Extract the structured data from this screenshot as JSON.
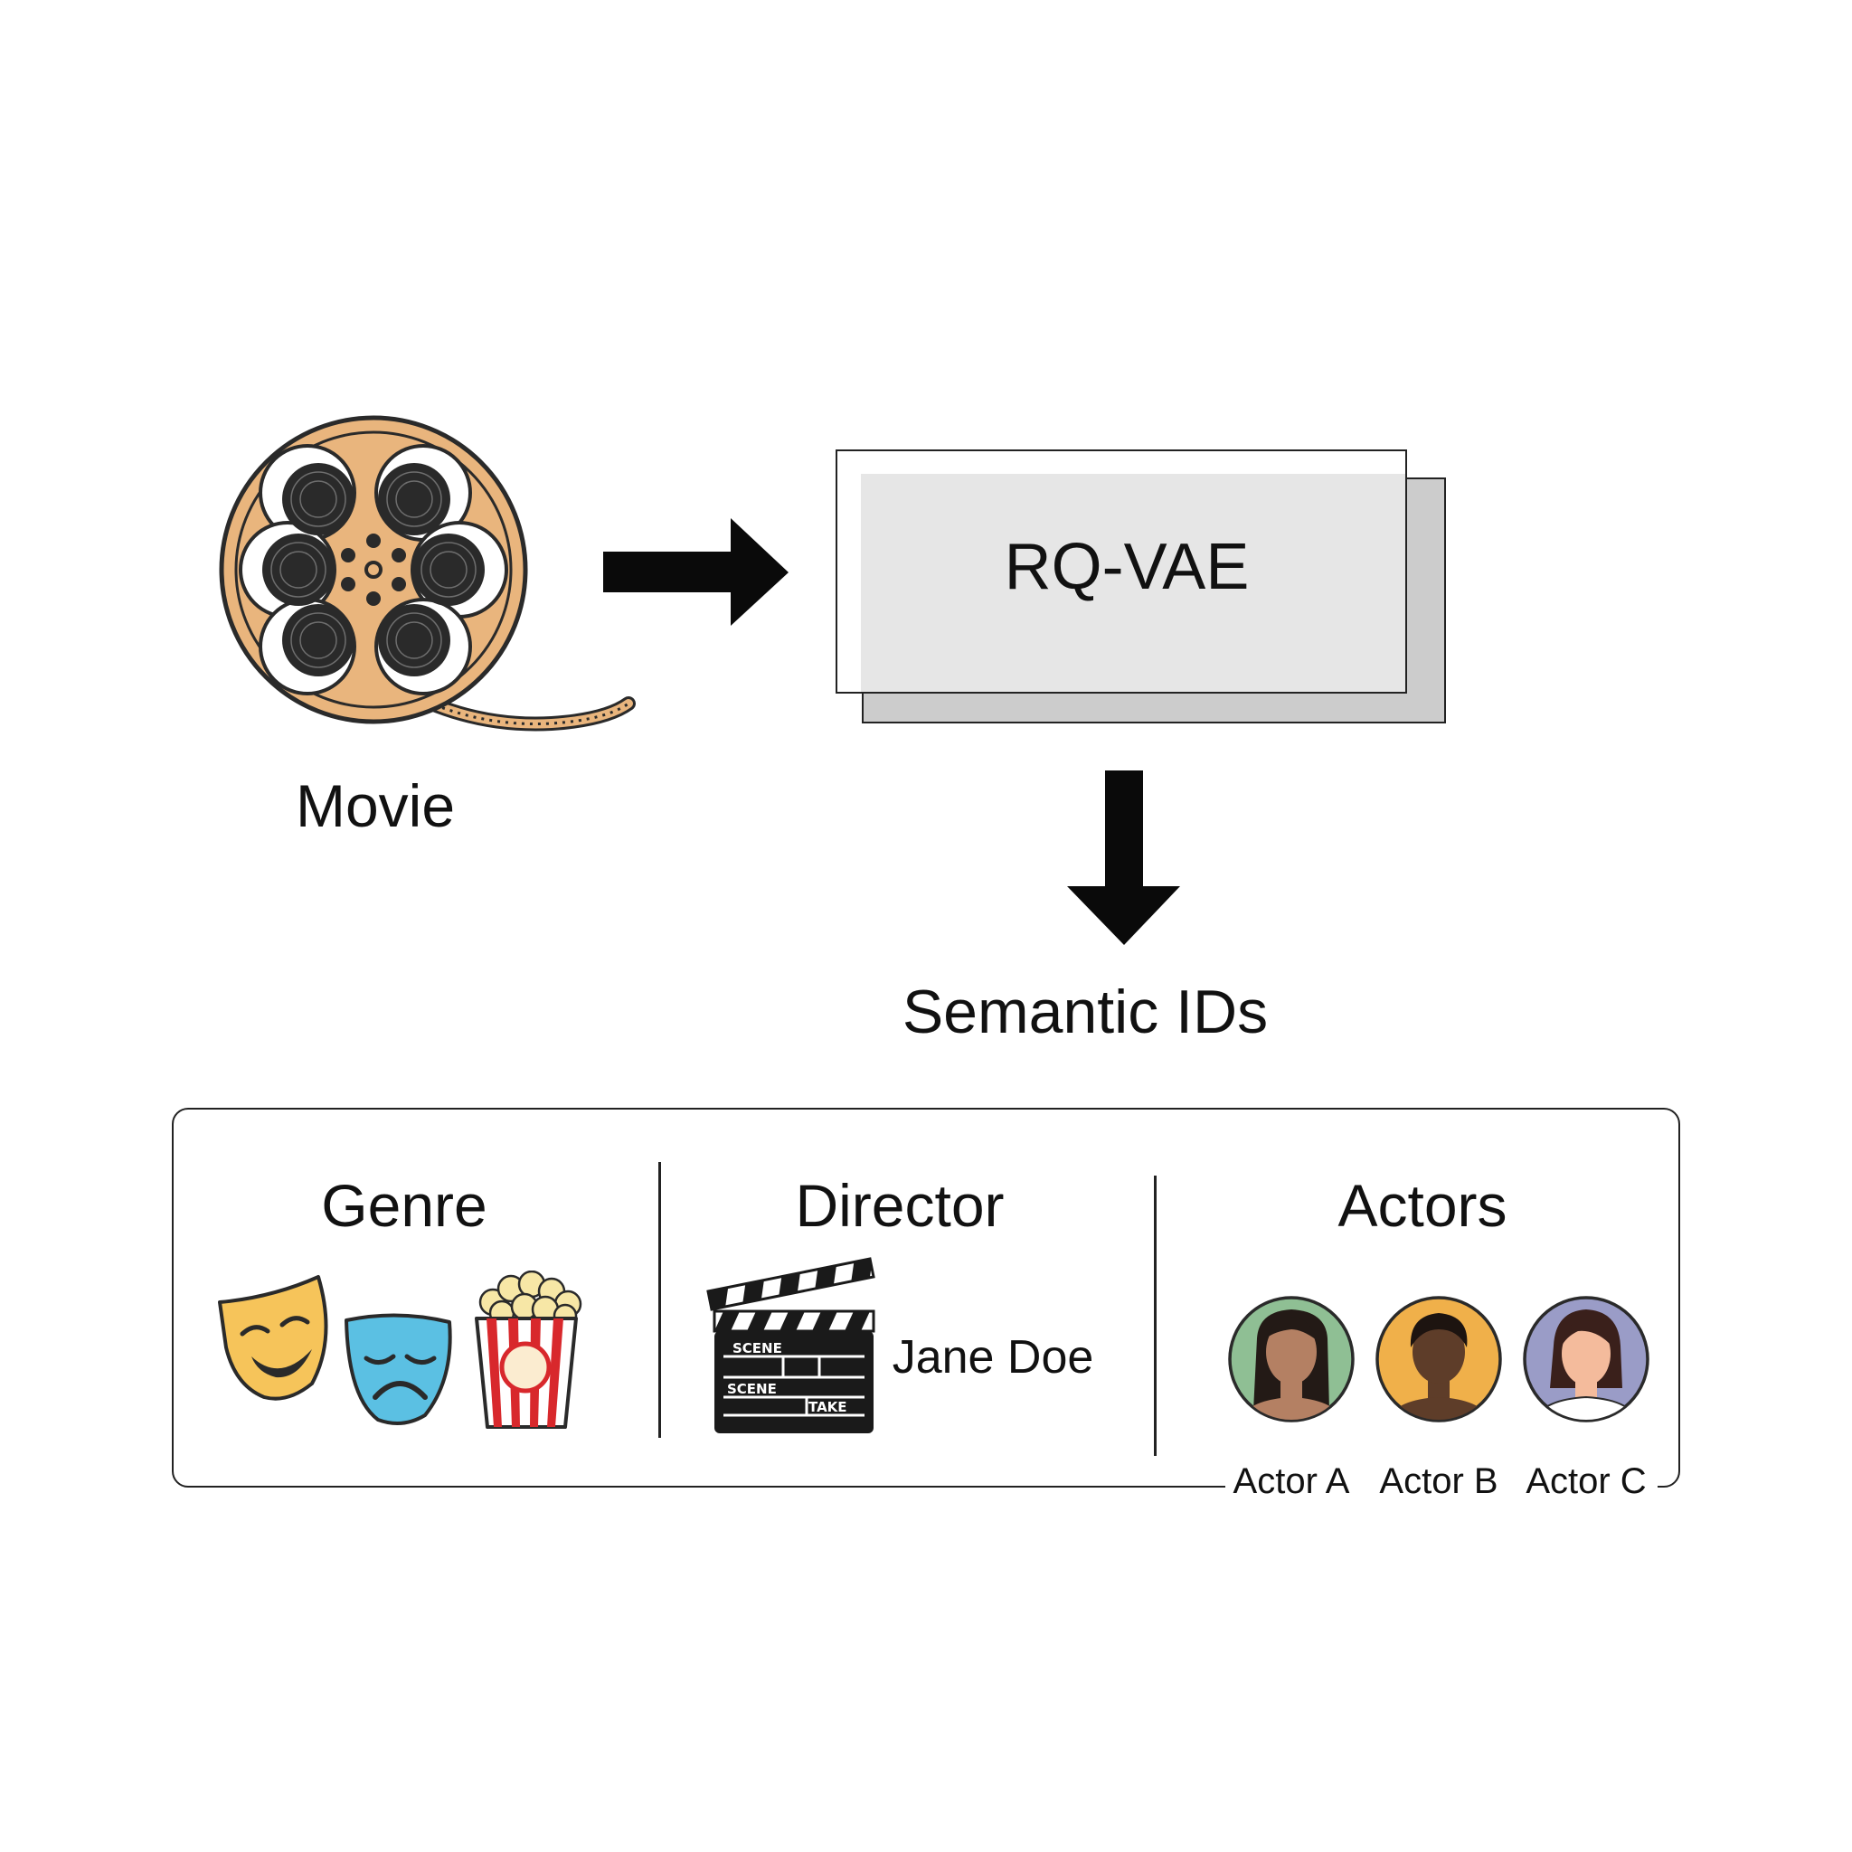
{
  "diagram": {
    "movie_label": "Movie",
    "encoder_label": "RQ-VAE",
    "output_label": "Semantic IDs",
    "panel": {
      "genre": {
        "heading": "Genre"
      },
      "director": {
        "heading": "Director",
        "name": "Jane Doe",
        "clapper_text": [
          "SCENE",
          "SCENE",
          "TAKE"
        ]
      },
      "actors": {
        "heading": "Actors",
        "items": [
          {
            "label": "Actor A",
            "bg": "#8fbf94"
          },
          {
            "label": "Actor B",
            "bg": "#f0b04a"
          },
          {
            "label": "Actor C",
            "bg": "#9a9cc7"
          }
        ]
      }
    },
    "colors": {
      "reel": "#e9b57d",
      "mask_happy": "#f6c45a",
      "mask_sad": "#5bc0e3",
      "popcorn_stripe": "#d8282c",
      "box_fill": "#e6e6e6",
      "box_shadow": "#cccccc"
    },
    "icons": [
      "film-reel-icon",
      "right-arrow-icon",
      "down-arrow-icon",
      "comedy-mask-icon",
      "tragedy-mask-icon",
      "popcorn-icon",
      "clapperboard-icon",
      "person-avatar-icon"
    ]
  }
}
